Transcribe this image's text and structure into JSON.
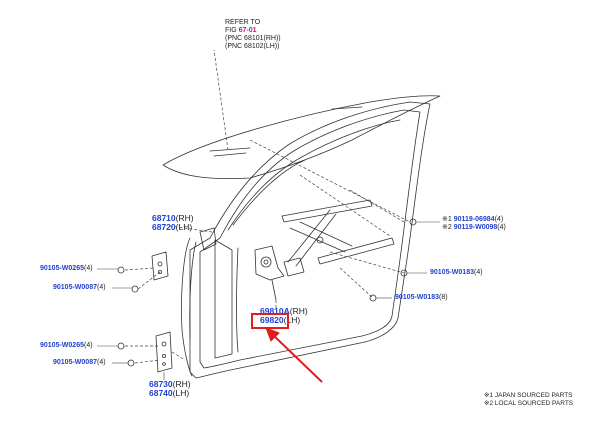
{
  "refer": {
    "line1": "REFER TO",
    "fig_prefix": "FIG ",
    "fig_ref": "67-01",
    "line3": "(PNC 68101(RH))",
    "line4": "(PNC 68102(LH))"
  },
  "parts": {
    "p68710": "68710",
    "p68720": "68720",
    "p69810a": "69810A",
    "p69820": "69820",
    "p68730": "68730",
    "p68740": "68740",
    "rh": "(RH)",
    "lh": "(LH)"
  },
  "fasteners": {
    "f06984_mark": "※1 ",
    "f06984": "90119-06984",
    "f06984_qty": "(4)",
    "w0098_mark": "※2 ",
    "w0098": "90119-W0098",
    "w0098_qty": "(4)",
    "w0183a": "90105-W0183",
    "w0183a_qty": "(4)",
    "w0183b": "90105-W0183",
    "w0183b_qty": "(8)",
    "w0265a": "90105-W0265",
    "w0265a_qty": "(4)",
    "w0087a": "90105-W0087",
    "w0087a_qty": "(4)",
    "w0265b": "90105-W0265",
    "w0265b_qty": "(4)",
    "w0087b": "90105-W0087",
    "w0087b_qty": "(4)"
  },
  "legend": {
    "note1": "※1 JAPAN SOURCED PARTS",
    "note2": "※2 LOCAL SOURCED PARTS"
  },
  "colors": {
    "part_blue": "#1f3fd0",
    "fig_magenta": "#c2189b",
    "highlight_red": "#e01e1e",
    "line_dark": "#333333"
  }
}
